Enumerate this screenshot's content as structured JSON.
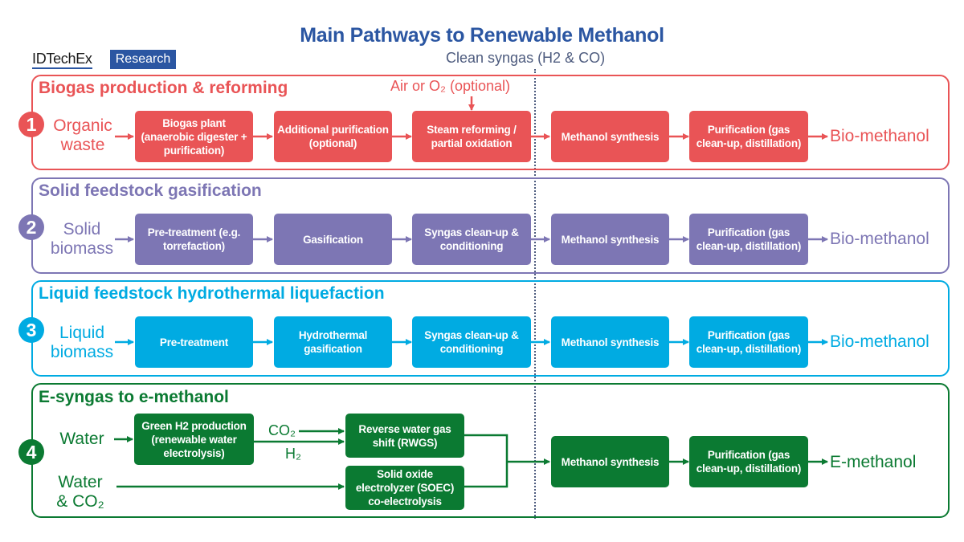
{
  "title": "Main Pathways to Renewable Methanol",
  "logo": {
    "brand": "IDTechEx",
    "badge": "Research"
  },
  "divider_label": "Clean syngas (H2 & CO)",
  "colors": {
    "title": "#2B56A2",
    "divider": "#4D5B7E",
    "pathway1": "#E95456",
    "pathway2": "#7D76B4",
    "pathway3": "#00ABE2",
    "pathway4": "#0B7A32"
  },
  "pathways": [
    {
      "number": "1",
      "title": "Biogas production & reforming",
      "input": "Organic waste",
      "input_lines": [
        "Organic",
        "waste"
      ],
      "note": "Air or O₂ (optional)",
      "steps": [
        "Biogas plant (anaerobic digester + purification)",
        "Additional purification (optional)",
        "Steam reforming / partial oxidation",
        "Methanol synthesis",
        "Purification (gas clean-up, distillation)"
      ],
      "output": "Bio-methanol"
    },
    {
      "number": "2",
      "title": "Solid feedstock gasification",
      "input": "Solid biomass",
      "input_lines": [
        "Solid",
        "biomass"
      ],
      "steps": [
        "Pre-treatment (e.g. torrefaction)",
        "Gasification",
        "Syngas clean-up & conditioning",
        "Methanol synthesis",
        "Purification (gas clean-up, distillation)"
      ],
      "output": "Bio-methanol"
    },
    {
      "number": "3",
      "title": "Liquid feedstock hydrothermal liquefaction",
      "input": "Liquid biomass",
      "input_lines": [
        "Liquid",
        "biomass"
      ],
      "steps": [
        "Pre-treatment",
        "Hydrothermal gasification",
        "Syngas clean-up & conditioning",
        "Methanol synthesis",
        "Purification (gas clean-up, distillation)"
      ],
      "output": "Bio-methanol"
    },
    {
      "number": "4",
      "title": "E-syngas to e-methanol",
      "inputs": [
        {
          "lines": [
            "Water"
          ]
        },
        {
          "lines": [
            "Water",
            "& CO₂"
          ]
        }
      ],
      "steps": [
        "Green H2 production (renewable water electrolysis)",
        "Reverse water gas shift (RWGS)",
        "Solid oxide electrolyzer (SOEC) co-electrolysis",
        "Methanol synthesis",
        "Purification (gas clean-up, distillation)"
      ],
      "stream_labels": {
        "co2": "CO₂",
        "h2": "H₂"
      },
      "output": "E-methanol"
    }
  ]
}
